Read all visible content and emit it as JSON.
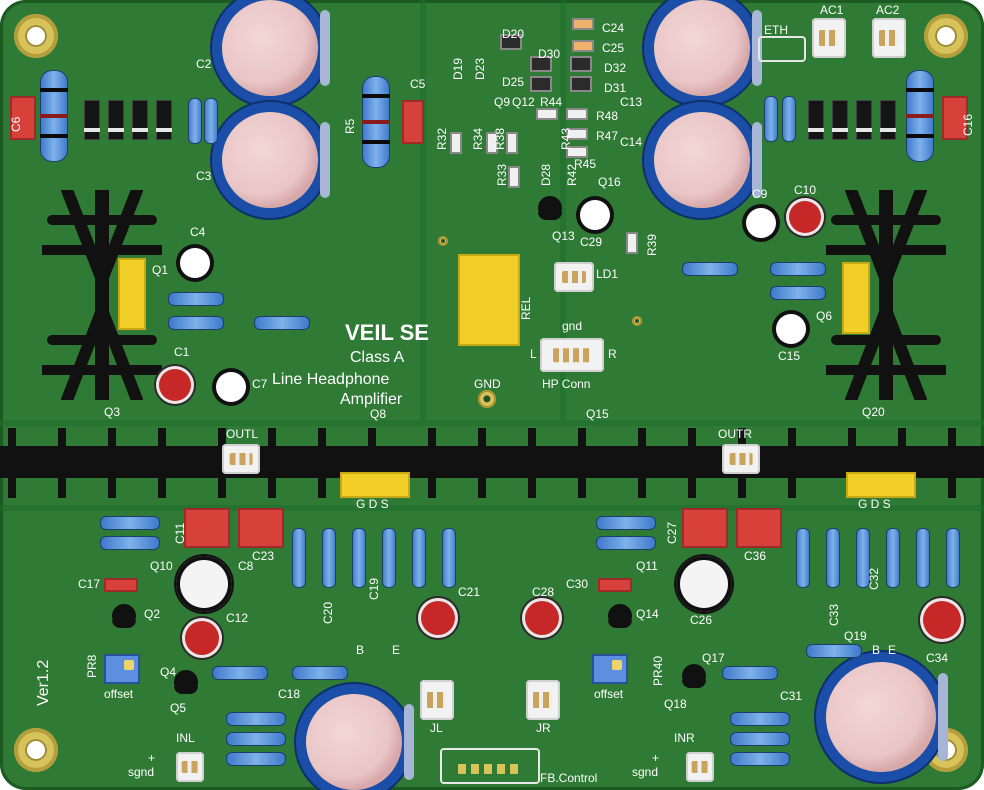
{
  "board": {
    "title_main": "VEIL SE",
    "title_sub_1": "Class A",
    "title_sub_2": "Line Headphone",
    "title_sub_3": "Amplifier",
    "version": "Ver1.2",
    "gnd_label": "GND",
    "hp_conn_label": "HP Conn",
    "gnd_small": "gnd",
    "L": "L",
    "R": "R",
    "outl": "OUTL",
    "outr": "OUTR",
    "inl": "INL",
    "inr": "INR",
    "sgnd": "sgnd",
    "fb_control": "FB.Control",
    "offset": "offset",
    "eth": "ETH",
    "ac1": "AC1",
    "ac2": "AC2",
    "rel": "REL",
    "jl": "JL",
    "jr": "JR",
    "b_label": "B",
    "e_label": "E",
    "gds": "G D S",
    "plus": "+"
  },
  "refdes": {
    "C2": "C2",
    "C3": "C3",
    "C4": "C4",
    "C5": "C5",
    "C6": "C6",
    "C7": "C7",
    "C8": "C8",
    "C9": "C9",
    "C10": "C10",
    "C11": "C11",
    "C12": "C12",
    "C13": "C13",
    "C14": "C14",
    "C15": "C15",
    "C16": "C16",
    "C17": "C17",
    "C18": "C18",
    "C19": "C19",
    "C20": "C20",
    "C21": "C21",
    "C23": "C23",
    "C24": "C24",
    "C25": "C25",
    "C26": "C26",
    "C27": "C27",
    "C28": "C28",
    "C29": "C29",
    "C30": "C30",
    "C31": "C31",
    "C32": "C32",
    "C33": "C33",
    "C34": "C34",
    "C36": "C36",
    "C1": "C1",
    "Q1": "Q1",
    "Q2": "Q2",
    "Q3": "Q3",
    "Q4": "Q4",
    "Q5": "Q5",
    "Q6": "Q6",
    "Q8": "Q8",
    "Q9": "Q9",
    "Q10": "Q10",
    "Q11": "Q11",
    "Q12": "Q12",
    "Q13": "Q13",
    "Q14": "Q14",
    "Q15": "Q15",
    "Q16": "Q16",
    "Q17": "Q17",
    "Q18": "Q18",
    "Q19": "Q19",
    "Q20": "Q20",
    "D19": "D19",
    "D20": "D20",
    "D23": "D23",
    "D25": "D25",
    "D28": "D28",
    "D30": "D30",
    "D31": "D31",
    "D32": "D32",
    "R5": "R5",
    "R32": "R32",
    "R33": "R33",
    "R34": "R34",
    "R38": "R38",
    "R39": "R39",
    "R42": "R42",
    "R43": "R43",
    "R44": "R44",
    "R45": "R45",
    "R47": "R47",
    "R48": "R48",
    "PR8": "PR8",
    "PR40": "PR40",
    "LD1": "LD1"
  }
}
